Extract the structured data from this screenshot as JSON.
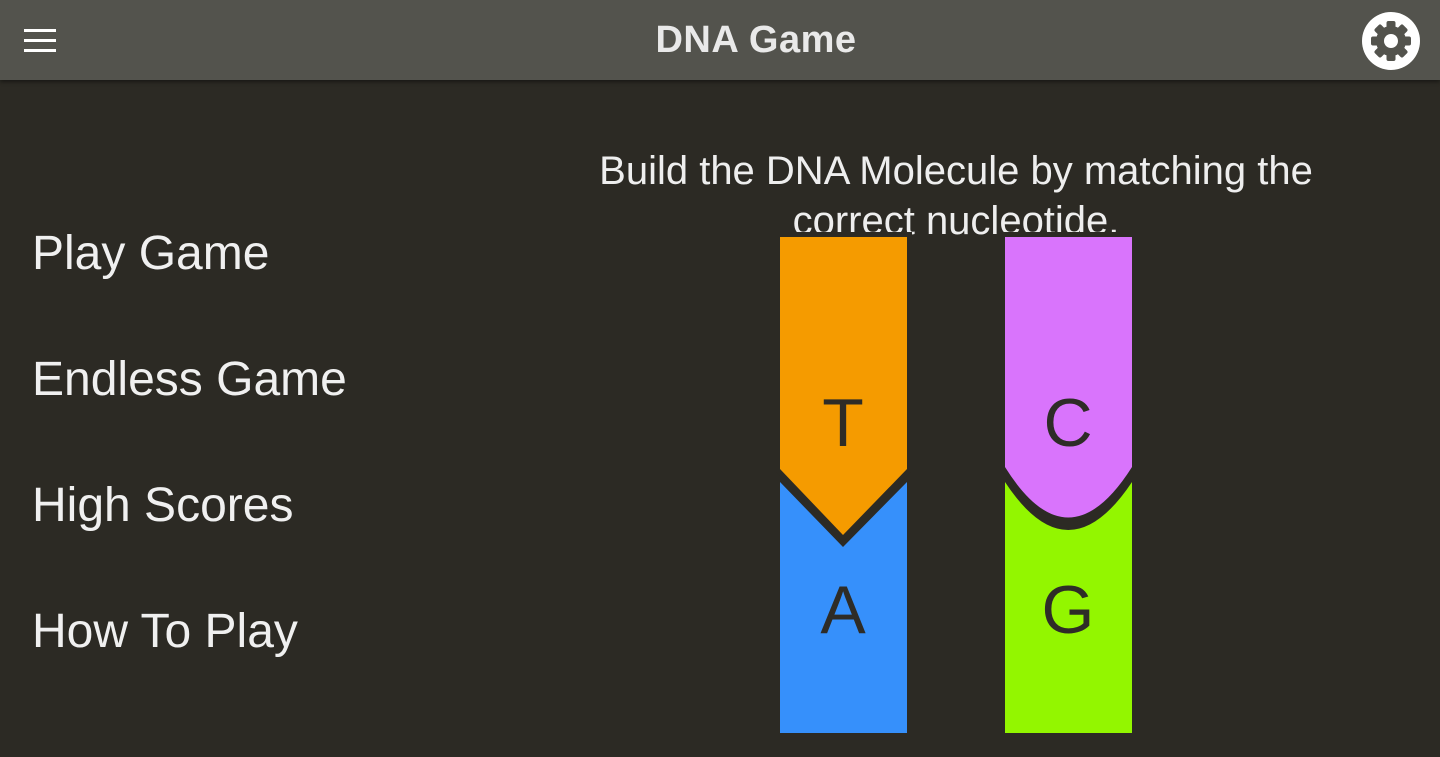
{
  "app_bar": {
    "title": "DNA Game",
    "menu_icon": "hamburger-menu-icon",
    "settings_icon": "gear-icon"
  },
  "menu": {
    "items": [
      {
        "label": "Play Game"
      },
      {
        "label": "Endless Game"
      },
      {
        "label": "High Scores"
      },
      {
        "label": "How To Play"
      }
    ]
  },
  "instructions": "Build the DNA Molecule by matching the correct nucleotide.",
  "nucleotide_pairs": [
    {
      "top": {
        "letter": "T",
        "color": "#f59b00",
        "tip_shape": "point"
      },
      "bottom": {
        "letter": "A",
        "color": "#3690fb"
      }
    },
    {
      "top": {
        "letter": "C",
        "color": "#d974fc",
        "tip_shape": "rounded"
      },
      "bottom": {
        "letter": "G",
        "color": "#93f600"
      }
    }
  ],
  "colors": {
    "app_bar": "#53534d",
    "background": "#2c2a24",
    "text": "#f0f0f0"
  }
}
